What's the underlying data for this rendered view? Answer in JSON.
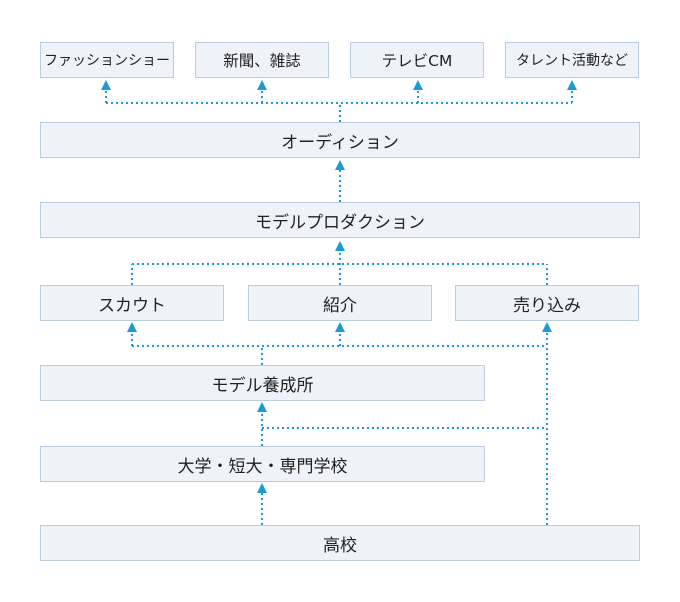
{
  "colors": {
    "box_fill": "#eef3f9",
    "box_border": "#b9cde2",
    "connector": "#1a9ad6",
    "text": "#222222"
  },
  "top_row": {
    "fashion_show": "ファッションショー",
    "newspaper_magazine": "新聞、雑誌",
    "tv_cm": "テレビCM",
    "talent_activities": "タレント活動など"
  },
  "audition": "オーディション",
  "model_production": "モデルプロダクション",
  "routes": {
    "scout": "スカウト",
    "referral": "紹介",
    "self_promotion": "売り込み"
  },
  "model_school": "モデル養成所",
  "college": "大学・短大・専門学校",
  "high_school": "高校"
}
